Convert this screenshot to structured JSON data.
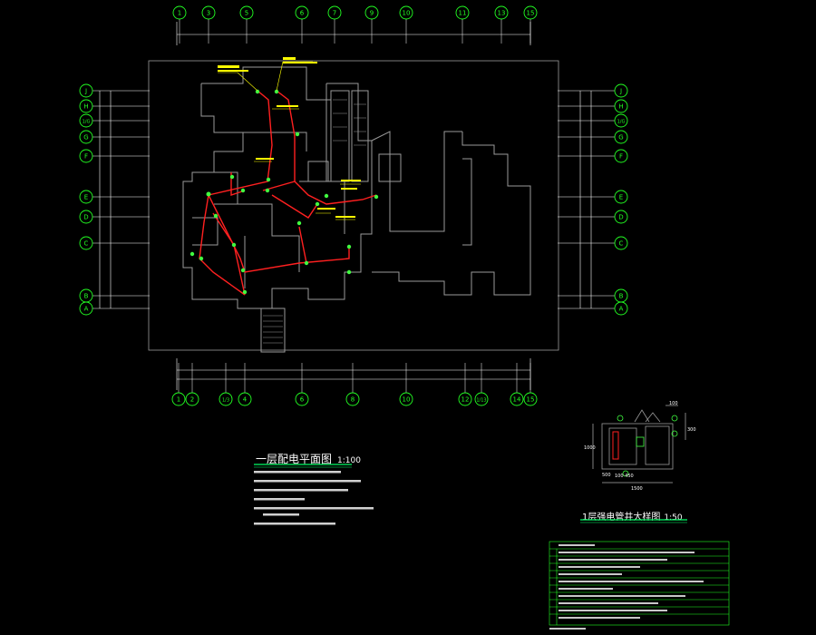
{
  "drawing": {
    "plan_title": "一层配电平面图",
    "plan_scale": "1:100",
    "detail_title": "1层强电管井大样图",
    "detail_scale": "1:50"
  },
  "axes_top": [
    "1",
    "3",
    "5",
    "6",
    "7",
    "9",
    "10",
    "11",
    "13",
    "15"
  ],
  "axes_bottom": [
    "1",
    "2",
    "1/3",
    "4",
    "6",
    "8",
    "10",
    "12",
    "1/13",
    "14",
    "15"
  ],
  "axes_left": [
    "J",
    "H",
    "1/G",
    "G",
    "F",
    "E",
    "D",
    "C",
    "B",
    "A"
  ],
  "axes_right": [
    "J",
    "H",
    "1/G",
    "G",
    "F",
    "E",
    "D",
    "C",
    "B",
    "A"
  ],
  "detail_dims": {
    "top": "100",
    "left": "1000",
    "right": "300",
    "bottom": "1500",
    "sub": "100  450",
    "side": "500"
  },
  "colors": {
    "wall": "#9a9a9a",
    "axis": "#22ff22",
    "dim": "#ffffff",
    "circuit": "#ff2020",
    "equipment": "#40ff40",
    "callout": "#ffff00",
    "accent": "#00ff66"
  }
}
